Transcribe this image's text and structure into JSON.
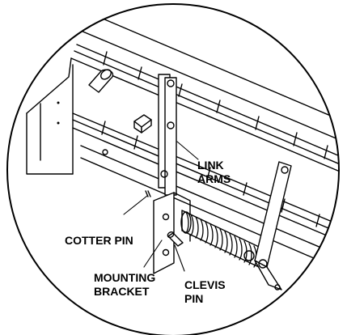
{
  "labels": {
    "link_arms_line1": "LINK",
    "link_arms_line2": "ARMS",
    "cotter_pin": "COTTER PIN",
    "mounting_bracket_line1": "MOUNTING",
    "mounting_bracket_line2": "BRACKET",
    "clevis_pin_line1": "CLEVIS",
    "clevis_pin_line2": "PIN"
  },
  "colors": {
    "stroke": "#000000",
    "background": "#ffffff",
    "text": "#000000"
  }
}
